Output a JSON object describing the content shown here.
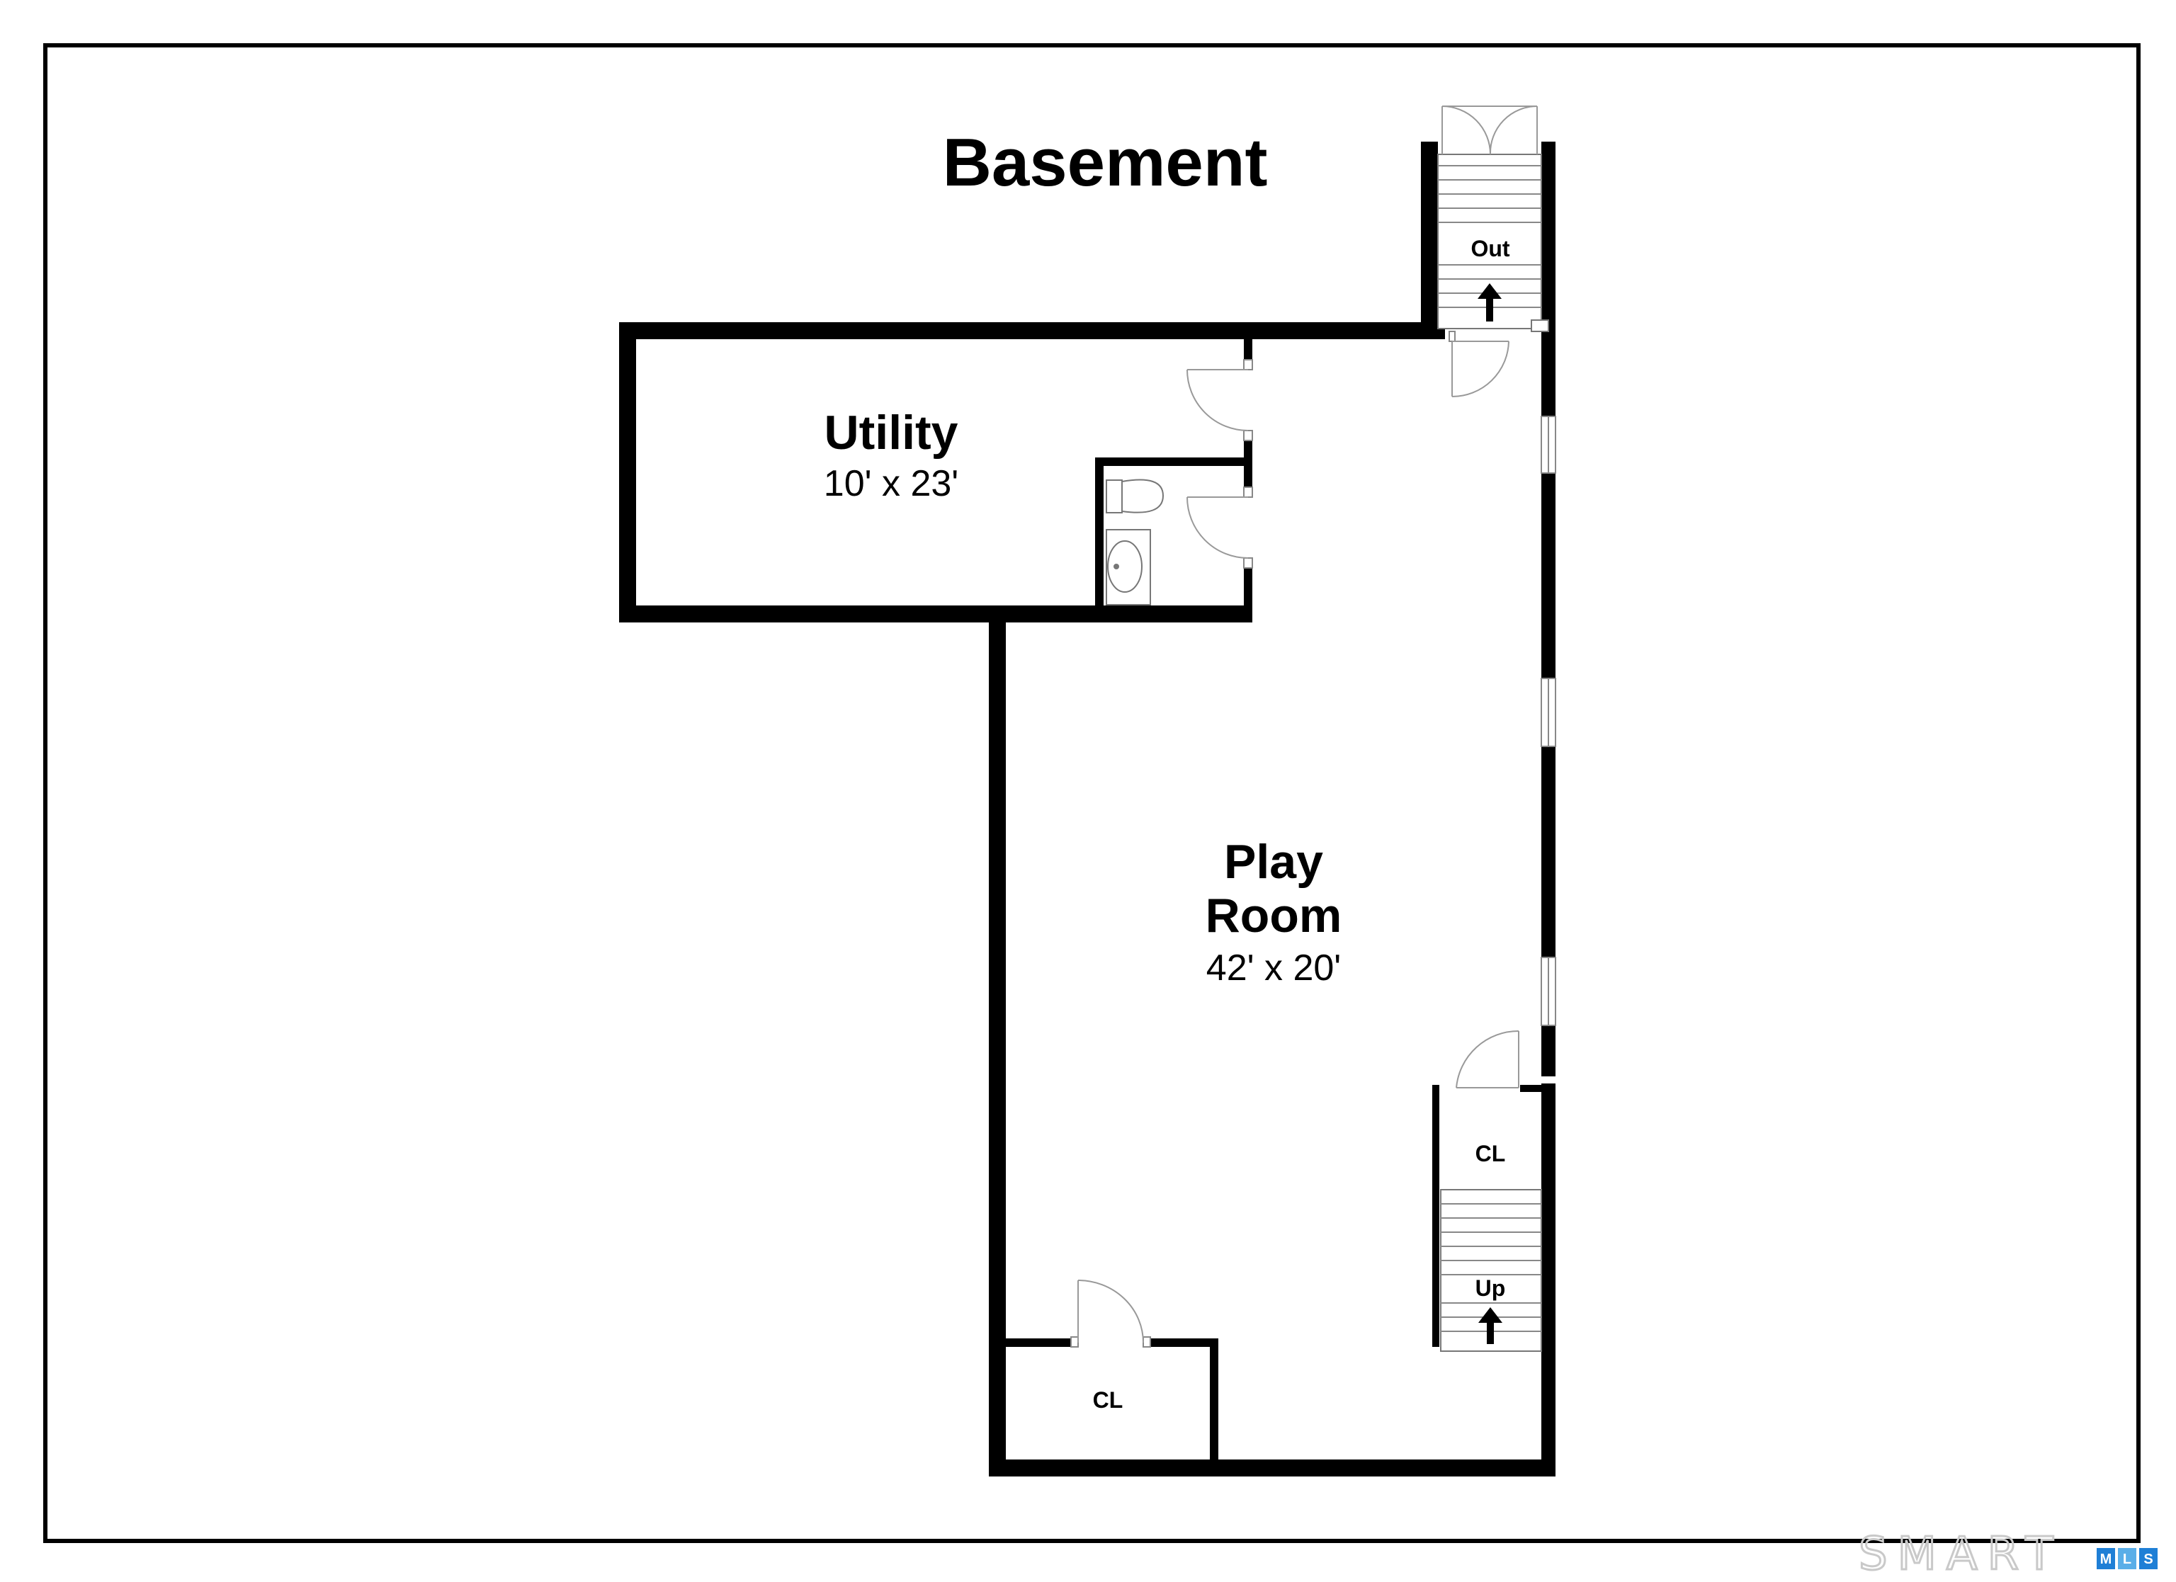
{
  "plan": {
    "title": "Basement",
    "rooms": [
      {
        "name": "Utility",
        "dimensions": "10' x 23'"
      },
      {
        "name": "Play",
        "name_line2": "Room",
        "dimensions": "42' x 20'"
      }
    ],
    "labels": {
      "stairs_out": "Out",
      "stairs_up": "Up",
      "closet_right": "CL",
      "closet_bottom": "CL"
    }
  },
  "watermark": {
    "brand": "SMART",
    "letters": [
      "M",
      "L",
      "S"
    ],
    "accent_color": "#1f7fd6",
    "accent_color_light": "#5aaee8"
  }
}
